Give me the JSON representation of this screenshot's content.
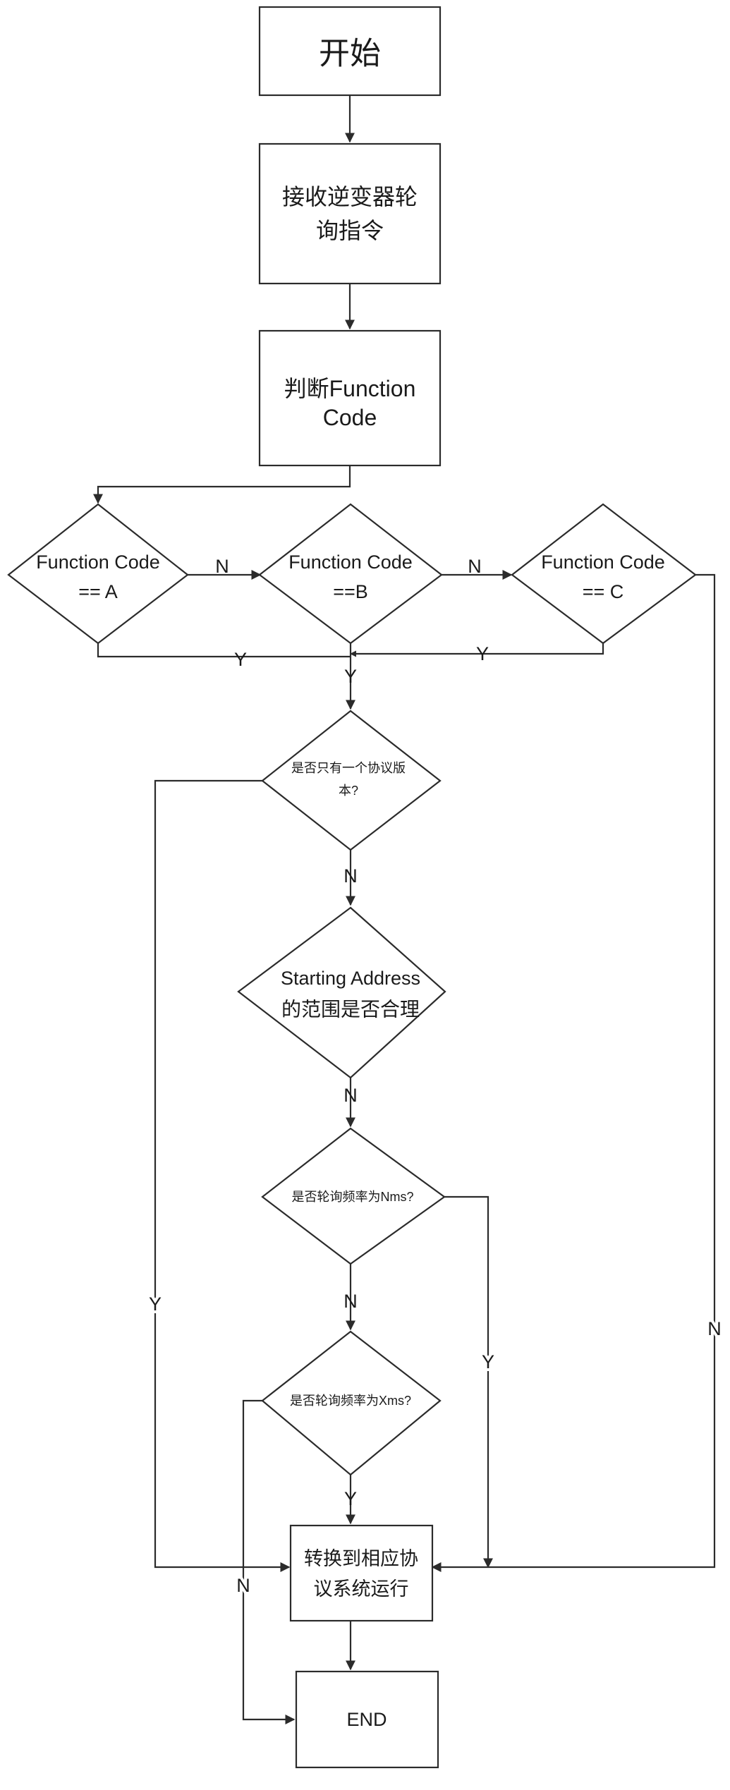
{
  "nodes": {
    "start": {
      "lines": [
        "开始"
      ]
    },
    "receive": {
      "lines": [
        "接收逆变器轮",
        "询指令"
      ]
    },
    "judge": {
      "lines": [
        "判断Function",
        "Code"
      ]
    },
    "decA": {
      "lines": [
        "Function Code",
        "== A"
      ]
    },
    "decB": {
      "lines": [
        "Function Code",
        "==B"
      ]
    },
    "decC": {
      "lines": [
        "Function Code",
        "== C"
      ]
    },
    "decOnly": {
      "lines": [
        "是否只有一个协议版",
        "本?"
      ]
    },
    "decAddr": {
      "lines": [
        "Starting Address",
        "的范围是否合理"
      ]
    },
    "decN": {
      "lines": [
        "是否轮询频率为Nms?"
      ]
    },
    "decX": {
      "lines": [
        "是否轮询频率为Xms?"
      ]
    },
    "convert": {
      "lines": [
        "转换到相应协",
        "议系统运行"
      ]
    },
    "end": {
      "lines": [
        "END"
      ]
    }
  },
  "edge_labels": {
    "a_to_b": "N",
    "b_to_c": "N",
    "a_yes": "Y",
    "c_yes": "Y",
    "b_yes": "Y",
    "only_no": "N",
    "addr_no": "N",
    "n_no": "N",
    "x_yes": "Y",
    "only_yes": "Y",
    "c_no": "N",
    "n_yes": "Y",
    "x_no": "N"
  }
}
